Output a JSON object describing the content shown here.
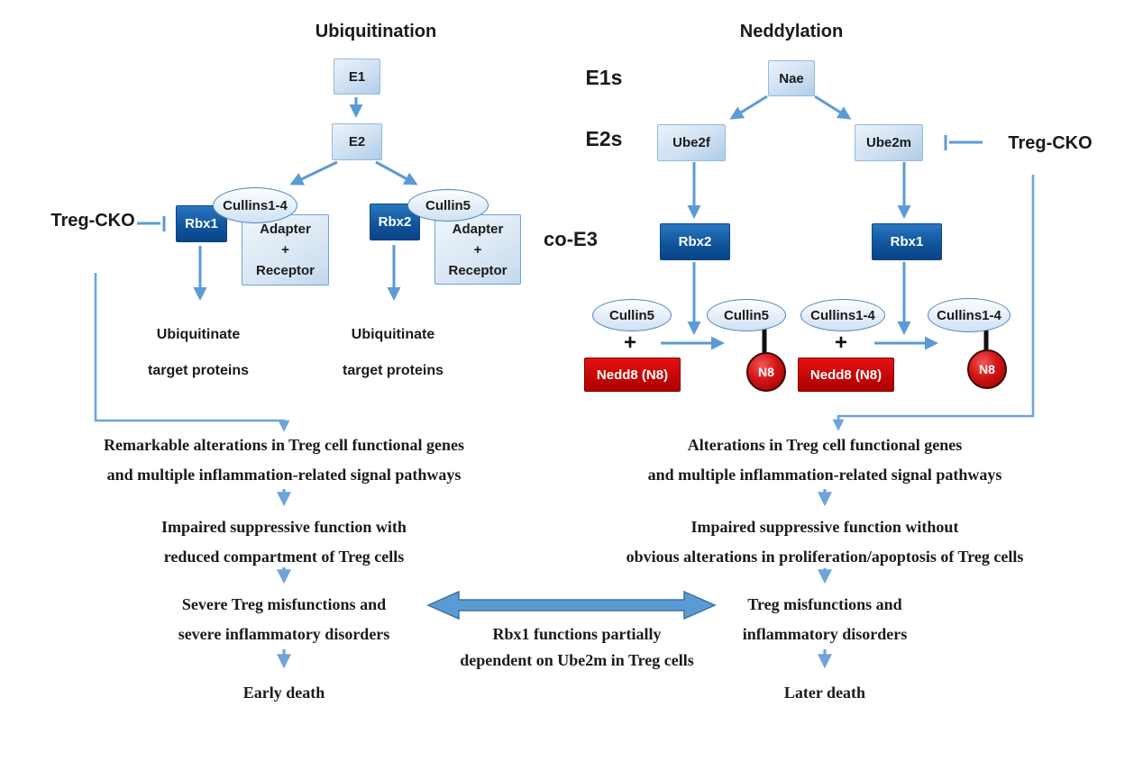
{
  "left_pathway": {
    "title": "Ubiquitination",
    "e1_box": "E1",
    "e2_box": "E2",
    "treg_cko": "Treg-CKO",
    "complex_a": {
      "rbx": "Rbx1",
      "cullin": "Cullins1-4",
      "adapter": [
        "Adapter",
        "+",
        "Receptor"
      ]
    },
    "complex_b": {
      "rbx": "Rbx2",
      "cullin": "Cullin5",
      "adapter": [
        "Adapter",
        "+",
        "Receptor"
      ]
    },
    "outcome_a": [
      "Ubiquitinate",
      "target proteins"
    ],
    "outcome_b": [
      "Ubiquitinate",
      "target proteins"
    ],
    "cascade": [
      [
        "Remarkable alterations in Treg cell functional genes",
        "and multiple inflammation-related signal pathways"
      ],
      [
        "Impaired suppressive function with",
        "reduced compartment of Treg cells"
      ],
      [
        "Severe Treg misfunctions and",
        "severe inflammatory disorders"
      ],
      [
        "Early death"
      ]
    ]
  },
  "stage_labels": {
    "e1s": "E1s",
    "e2s": "E2s",
    "co_e3": "co-E3"
  },
  "right_pathway": {
    "title": "Neddylation",
    "nae_box": "Nae",
    "ube2f_box": "Ube2f",
    "ube2m_box": "Ube2m",
    "treg_cko": "Treg-CKO",
    "rbx2_box": "Rbx2",
    "rbx1_box": "Rbx1",
    "reaction_cullin5": {
      "substrate": "Cullin5",
      "plus": "+",
      "nedd8": "Nedd8 (N8)",
      "product": "Cullin5",
      "n8": "N8"
    },
    "reaction_cullins14": {
      "substrate": "Cullins1-4",
      "plus": "+",
      "nedd8": "Nedd8 (N8)",
      "product": "Cullins1-4",
      "n8": "N8"
    },
    "cascade": [
      [
        "Alterations in Treg cell functional genes",
        "and multiple inflammation-related signal pathways"
      ],
      [
        "Impaired suppressive function without",
        "obvious alterations in proliferation/apoptosis of Treg cells"
      ],
      [
        "Treg misfunctions and",
        "inflammatory disorders"
      ],
      [
        "Later death"
      ]
    ]
  },
  "center_note": [
    "Rbx1 functions partially",
    "dependent on Ube2m in Treg cells"
  ],
  "colors": {
    "arrow_blue": "#5b9bd5",
    "connector_blue": "#6fa3da",
    "dark_box": "#0b4386",
    "red": "#c40505"
  }
}
